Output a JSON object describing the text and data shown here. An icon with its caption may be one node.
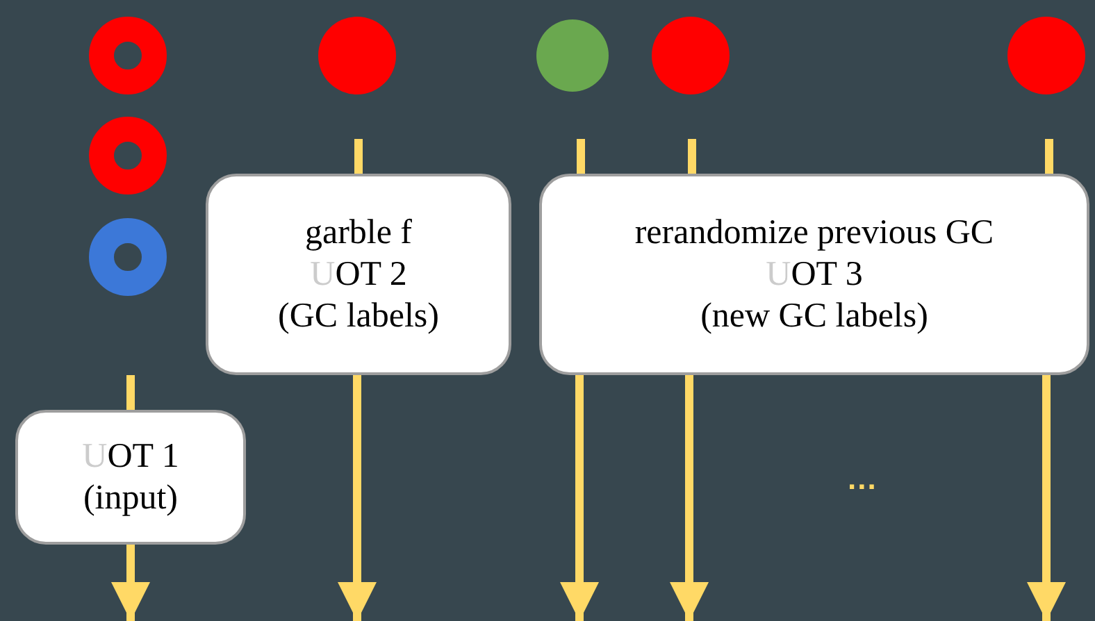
{
  "diagram": {
    "nodes": [
      {
        "text": [],
        "shape": "circle"
      },
      {
        "text": [],
        "shape": "circle"
      },
      {
        "text": [],
        "shape": "circle"
      },
      {
        "text": [],
        "shape": "circle"
      },
      {
        "text": [],
        "shape": "circle"
      },
      {
        "text": [],
        "shape": "circle"
      },
      {
        "text": [],
        "shape": "circle"
      },
      {
        "text": [
          "garble f",
          "UOT 2",
          "(GC labels)"
        ]
      },
      {
        "text": [
          "rerandomize previous GC",
          "UOT 3",
          "(new GC labels)"
        ]
      },
      {
        "text": [
          "UOT 1",
          "(input)"
        ]
      }
    ],
    "edges": [
      {
        "from": null,
        "to": 7,
        "arrow": "none"
      },
      {
        "from": null,
        "to": 8,
        "arrow": "none"
      },
      {
        "from": null,
        "to": 8,
        "arrow": "none"
      },
      {
        "from": null,
        "to": 8,
        "arrow": "none"
      },
      {
        "from": null,
        "to": 9,
        "arrow": "none"
      },
      {
        "from": 9,
        "to": null,
        "arrow": "to"
      },
      {
        "from": 7,
        "to": null,
        "arrow": "to"
      },
      {
        "from": 8,
        "to": null,
        "arrow": "to"
      },
      {
        "from": 8,
        "to": null,
        "arrow": "to"
      },
      {
        "from": 8,
        "to": null,
        "arrow": "to"
      }
    ],
    "labels": [
      "..."
    ]
  }
}
